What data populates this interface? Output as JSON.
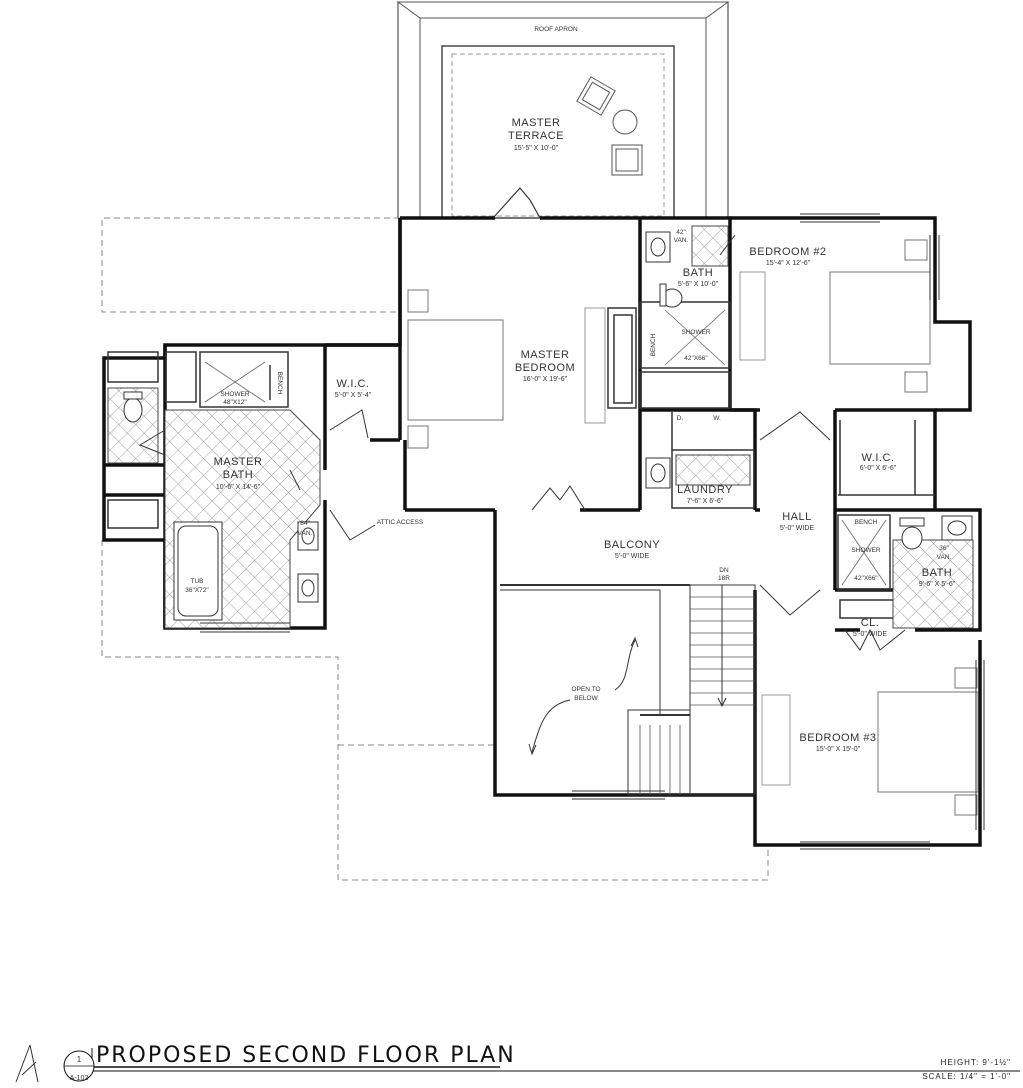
{
  "plan": {
    "title": "PROPOSED SECOND FLOOR PLAN",
    "sheet_number": "1",
    "sheet_ref": "A-102",
    "height_note": "HEIGHT: 9'-1½\"",
    "scale_note": "SCALE: 1/4\" = 1'-0\""
  },
  "rooms": {
    "master_terrace": {
      "name_line1": "MASTER",
      "name_line2": "TERRACE",
      "dims": "15'-5\" X 10'-0\""
    },
    "roof_apron": {
      "label": "ROOF APRON"
    },
    "master_bedroom": {
      "name_line1": "MASTER",
      "name_line2": "BEDROOM",
      "dims": "16'-0\" X 19'-6\""
    },
    "master_bath": {
      "name_line1": "MASTER",
      "name_line2": "BATH",
      "dims": "10'-6\" X 14'-6\""
    },
    "wic_master": {
      "name": "W.I.C.",
      "dims": "5'-0\" X 5'-4\""
    },
    "shower_master": {
      "name": "SHOWER",
      "dims": "48\"X12\""
    },
    "tub": {
      "name": "TUB",
      "dims": "36\"X72\""
    },
    "master_van": {
      "size": "84\"",
      "name": "VAN."
    },
    "bench_master": {
      "label": "BENCH"
    },
    "attic_access": {
      "label": "ATTIC ACCESS"
    },
    "bedroom2": {
      "name": "BEDROOM #2",
      "dims": "15'-4\" X 12'-6\""
    },
    "bath2": {
      "name": "BATH",
      "dims": "5'-6\" X 10'-0\""
    },
    "van2": {
      "size": "42\"",
      "name": "VAN."
    },
    "shower2": {
      "name": "SHOWER",
      "dims": "42\"X66\""
    },
    "bench2": {
      "label": "BENCH"
    },
    "laundry": {
      "name": "LAUNDRY",
      "dims": "7'-6\" X 6'-6\"",
      "d": "D.",
      "w": "W."
    },
    "hall": {
      "name": "HALL",
      "dims": "5'-0\" WIDE"
    },
    "wic3": {
      "name": "W.I.C.",
      "dims": "6'-0\" X 6'-6\""
    },
    "balcony": {
      "name": "BALCONY",
      "dims": "5'-0\" WIDE"
    },
    "stair": {
      "dn": "DN",
      "risers": "18R"
    },
    "open_below": {
      "line1": "OPEN TO",
      "line2": "BELOW"
    },
    "bath3": {
      "name": "BATH",
      "dims": "9'-6\" X 5'-6\""
    },
    "van3": {
      "size": "36\"",
      "name": "VAN."
    },
    "shower3": {
      "name": "SHOWER",
      "dims": "42\"X66\""
    },
    "bench3": {
      "label": "BENCH"
    },
    "closet": {
      "name": "CL.",
      "dims": "5'-0\" WIDE"
    },
    "bedroom3": {
      "name": "BEDROOM #3",
      "dims": "15'-0\" X 15'-0\""
    }
  }
}
